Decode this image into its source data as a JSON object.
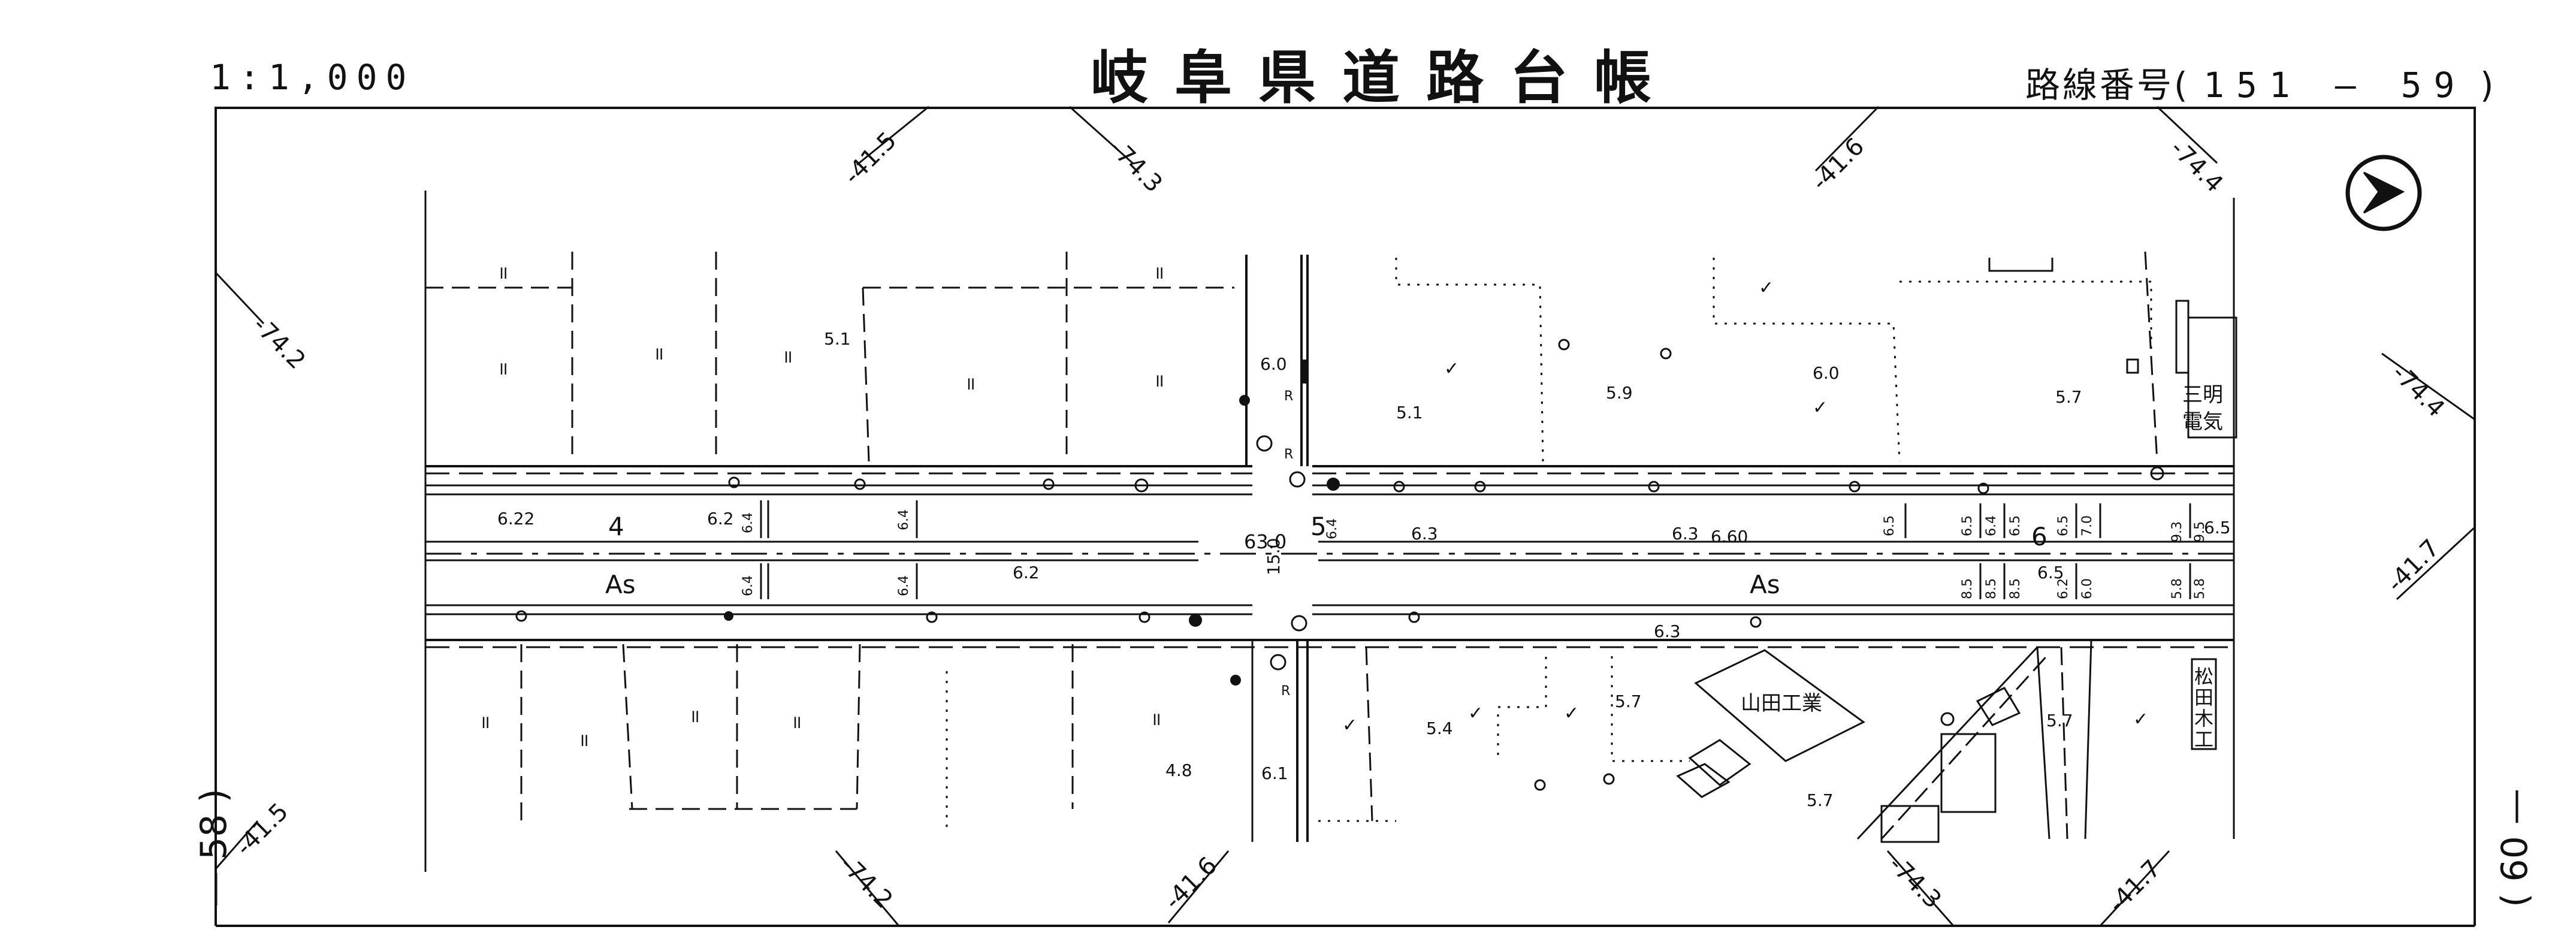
{
  "header": {
    "scale": "1:1,000",
    "title": "岐阜県道路台帳",
    "route_label": "路線番号",
    "route_number": "151 — 59"
  },
  "sheet_edges": {
    "left": "— 58 )",
    "right": "( 60 —"
  },
  "coordinates": {
    "top_1": "-41.5",
    "top_2": "-74.3",
    "top_3": "-41.6",
    "top_4": "-74.4",
    "left_upper": "-74.2",
    "left_lower": "-41.5",
    "right_upper": "-74.4",
    "right_lower": "-41.7",
    "bottom_1": "-74.2",
    "bottom_2": "-41.6",
    "bottom_3": "-74.3",
    "bottom_4": "-41.7"
  },
  "road": {
    "section_4": "4",
    "section_5": "5",
    "section_6": "6",
    "surface_left": "As",
    "surface_right": "As",
    "crossing_width": "15.0",
    "center_width": "63.0"
  },
  "elevations": {
    "e1": "6.22",
    "e2": "6.2",
    "e3": "6.2",
    "e4": "6.3",
    "e5": "6.3",
    "e6": "6.60",
    "e7": "6.3",
    "e8": "6.5",
    "e9": "5.1",
    "e10": "6.0",
    "e11": "5.1",
    "e12": "5.9",
    "e13": "6.0",
    "e14": "5.7",
    "e15": "5.4",
    "e16": "5.7",
    "e17": "4.8",
    "e18": "6.1",
    "e19": "5.7",
    "e20": "5.7",
    "e21": "6.5"
  },
  "widths": {
    "w1": "6.4",
    "w2": "6.4",
    "w3": "6.4",
    "w4": "6.4",
    "w5": "6.4",
    "w6": "6.5",
    "w7": "6.5",
    "w8": "6.4",
    "w9": "6.5",
    "w10": "6.5",
    "w11": "7.0",
    "w12": "9.3",
    "w13": "9.5",
    "w14": "8.5",
    "w15": "8.5",
    "w16": "8.5",
    "w17": "6.2",
    "w18": "6.0",
    "w19": "5.8",
    "w20": "5.8"
  },
  "buildings": {
    "sanmei": [
      "三明",
      "電気"
    ],
    "yamada": "山田工業",
    "matsuda": [
      "松",
      "田",
      "木",
      "工"
    ]
  },
  "symbols": {
    "field_mark": "॥",
    "check_mark": "✓",
    "r_mark": "R"
  }
}
